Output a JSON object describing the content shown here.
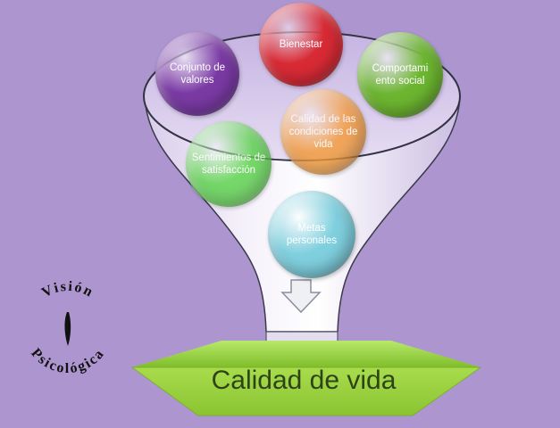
{
  "diagram": {
    "nodes": [
      {
        "id": "conjunto",
        "label": "Conjunto de valores",
        "color": "#7a3aa4"
      },
      {
        "id": "bienestar",
        "label": "Bienestar",
        "color": "#d82a35"
      },
      {
        "id": "comportamiento",
        "label": "Comportami ento social",
        "color": "#6cb530"
      },
      {
        "id": "calidad-condiciones",
        "label": "Calidad de las condiciones de vida",
        "color": "#f39a3a"
      },
      {
        "id": "sentimientos",
        "label": "Sentimientos de satisfacción",
        "color": "#5ad24a"
      },
      {
        "id": "metas",
        "label": "Metas personales",
        "color": "#7fcfde"
      }
    ],
    "result": {
      "label": "Calidad de vida",
      "color": "#96d23a"
    },
    "logo": {
      "top_text": "Visión",
      "bottom_text": "Psicológica"
    }
  }
}
